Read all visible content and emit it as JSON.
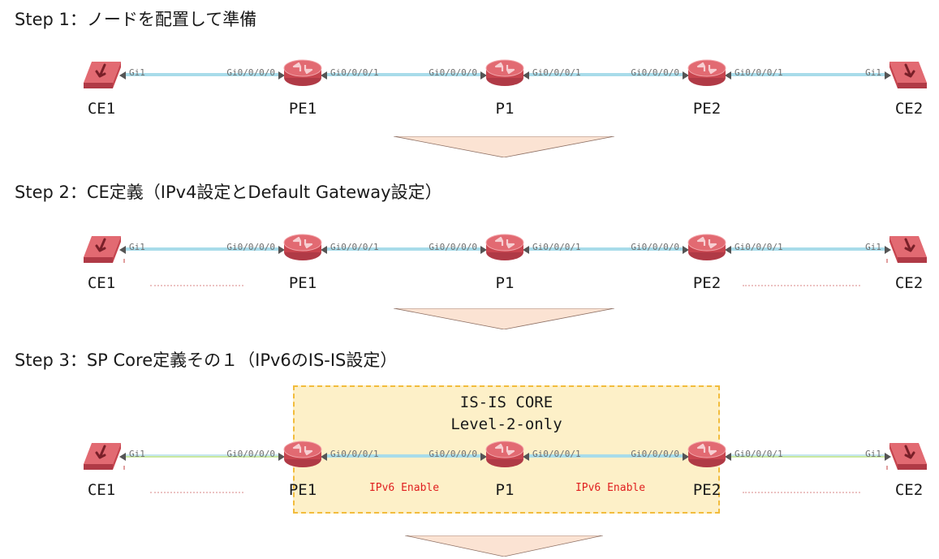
{
  "steps": [
    {
      "title": "Step 1：ノードを配置して準備",
      "links": [
        {
          "left_port": "Gi1",
          "right_port": "Gi0/0/0/0"
        },
        {
          "left_port": "Gi0/0/0/1",
          "right_port": "Gi0/0/0/0"
        },
        {
          "left_port": "Gi0/0/0/1",
          "right_port": "Gi0/0/0/0"
        },
        {
          "left_port": "Gi0/0/0/1",
          "right_port": "Gi1"
        }
      ],
      "nodes": [
        "CE1",
        "PE1",
        "P1",
        "PE2",
        "CE2"
      ]
    },
    {
      "title": "Step 2：CE定義（IPv4設定とDefault Gateway設定）",
      "links": [
        {
          "left_port": "Gi1",
          "right_port": "Gi0/0/0/0"
        },
        {
          "left_port": "Gi0/0/0/1",
          "right_port": "Gi0/0/0/0"
        },
        {
          "left_port": "Gi0/0/0/1",
          "right_port": "Gi0/0/0/0"
        },
        {
          "left_port": "Gi0/0/0/1",
          "right_port": "Gi1"
        }
      ],
      "nodes": [
        "CE1",
        "PE1",
        "P1",
        "PE2",
        "CE2"
      ]
    },
    {
      "title": "Step 3：SP Core定義その１（IPv6のIS-IS設定）",
      "links": [
        {
          "left_port": "Gi1",
          "right_port": "Gi0/0/0/0"
        },
        {
          "left_port": "Gi0/0/0/1",
          "right_port": "Gi0/0/0/0"
        },
        {
          "left_port": "Gi0/0/0/1",
          "right_port": "Gi0/0/0/0"
        },
        {
          "left_port": "Gi0/0/0/1",
          "right_port": "Gi1"
        }
      ],
      "nodes": [
        "CE1",
        "PE1",
        "P1",
        "PE2",
        "CE2"
      ],
      "core": {
        "line1": "IS-IS CORE",
        "line2": "Level-2-only",
        "ipv6_labels": [
          "IPv6 Enable",
          "IPv6 Enable"
        ]
      }
    }
  ],
  "colors": {
    "router": "#d9555f",
    "link": "#a8dcea",
    "core_fill": "#fdf0c8",
    "core_border": "#f2bc3c",
    "ipv6_text": "#e02020",
    "step_arrow": "#fbe3d3"
  }
}
